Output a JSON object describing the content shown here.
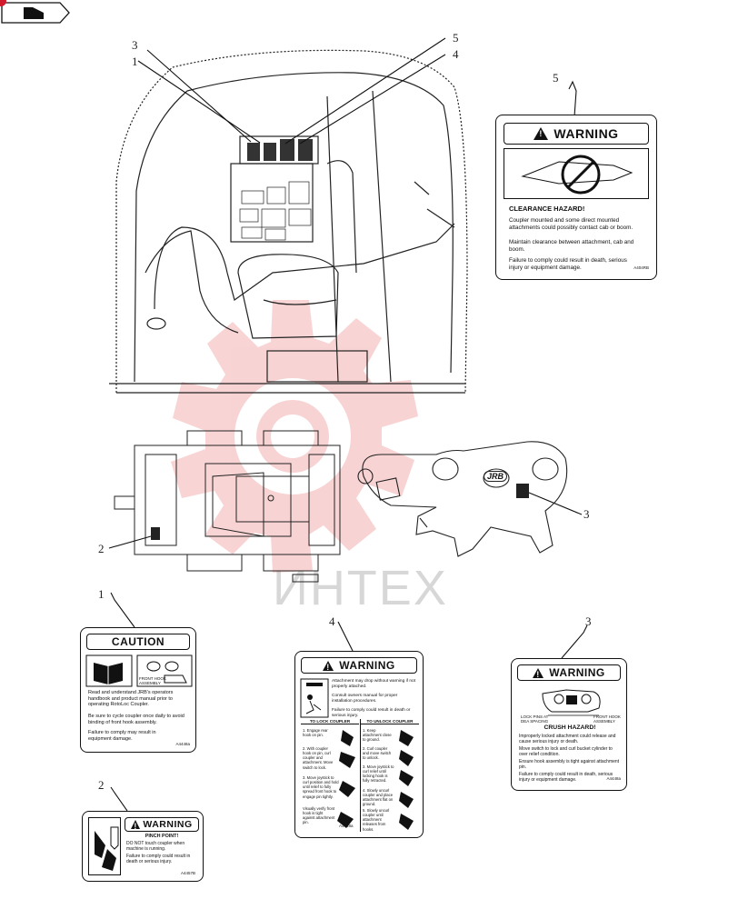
{
  "callouts": {
    "cab_3": "3",
    "cab_1": "1",
    "cab_5": "5",
    "cab_4": "4",
    "decal5": "5",
    "hitch_2": "2",
    "hitch_3": "3",
    "decal1": "1",
    "decal4": "4",
    "decal3": "3",
    "decal2": "2"
  },
  "watermark": {
    "text": "ИНТЕХ",
    "color": "#e33b3b"
  },
  "decal5": {
    "header": "WARNING",
    "title": "CLEARANCE HAZARD!",
    "lines": [
      "Coupler mounted and some direct mounted attachments could possibly contact cab or boom.",
      "Maintain clearance between attachment, cab and boom.",
      "Failure to comply could result in death, serious injury or equipment damage."
    ],
    "code": "A404RB"
  },
  "decal1": {
    "header": "CAUTION",
    "fig_label": "FRONT HOOK ASSEMBLY",
    "lines": [
      "Read and understand JRB's operators handbook and product manual prior to operating RotoLoc Coupler.",
      "Be sure to cycle coupler once daily to avoid binding of front hook assembly.",
      "Failure to comply may result in equipment damage."
    ],
    "code": "A4448a"
  },
  "decal4": {
    "header": "WARNING",
    "intro": [
      "Attachment may drop without warning if not properly attached.",
      "Consult owners manual for proper installation procedures.",
      "Failure to comply could result in death or serious injury."
    ],
    "lock_title": "TO LOCK COUPLER",
    "unlock_title": "TO UNLOCK COUPLER",
    "lock_steps": [
      "1. Engage rear hook on pin.",
      "2. With coupler hook on pin, curl coupler and attachment. Move switch to lock.",
      "3. Move joystick to curl position and hold until relief to fully spread front hook to engage pin tightly.",
      "Visually verify front hook is tight against attachment pin."
    ],
    "unlock_steps": [
      "1. Keep attachment close to ground.",
      "2. Curl coupler and move switch to unlock.",
      "3. Move joystick to curl relief until locking hook is fully retracted.",
      "4. Slowly uncurl coupler and place attachment flat on ground.",
      "5. Slowly uncurl coupler until attachment releases from hooks."
    ],
    "code": "A4448a"
  },
  "decal3": {
    "header": "WARNING",
    "fig_labels": [
      "LOCK PINS AT DEA SPACING",
      "FRONT HOOK ASSEMBLY"
    ],
    "title": "CRUSH HAZARD!",
    "lines": [
      "Improperly locked attachment could release and cause serious injury or death.",
      "Move switch to lock and curl bucket cylinder to over relief condition.",
      "Ensure hook assembly is tight against attachment pin.",
      "Failure to comply could result in death, serious injury or equipment damage."
    ],
    "code": "A4448a"
  },
  "decal2": {
    "header": "WARNING",
    "title": "PINCH POINT!",
    "lines": [
      "DO NOT touch coupler when machine is running.",
      "Failure to comply could result in death or serious injury."
    ],
    "code": "A4457B"
  },
  "hitch_logo": "JRB"
}
